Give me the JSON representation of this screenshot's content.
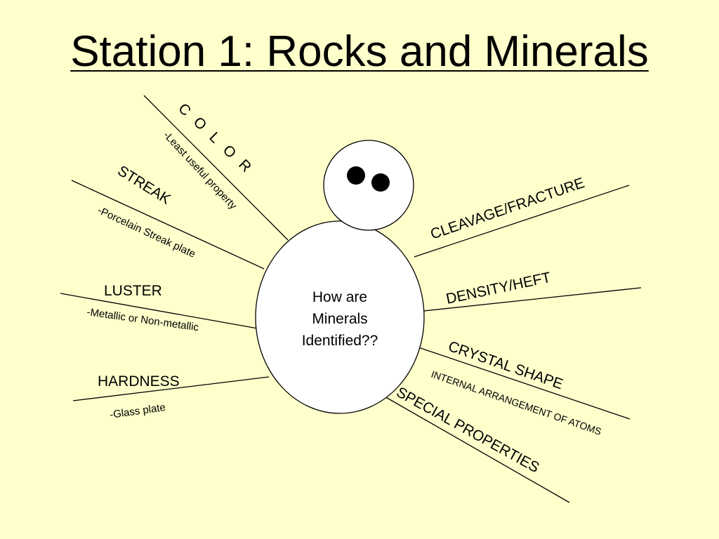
{
  "title": "Station 1: Rocks and Minerals",
  "center": {
    "line1": "How are",
    "line2": "Minerals",
    "line3": "Identified??"
  },
  "properties": {
    "color": {
      "letters": [
        "C",
        "O",
        "L",
        "O",
        "R"
      ],
      "note": "-Least useful property"
    },
    "streak": {
      "label": "STREAK",
      "note": "-Porcelain Streak plate"
    },
    "luster": {
      "label": "LUSTER",
      "note": "-Metallic or Non-metallic"
    },
    "hardness": {
      "label": "HARDNESS",
      "note": "-Glass plate"
    },
    "cleavage": {
      "label": "CLEAVAGE/FRACTURE"
    },
    "density": {
      "label": "DENSITY/HEFT"
    },
    "crystal": {
      "label": "CRYSTAL SHAPE",
      "note": "INTERNAL ARRANGEMENT OF ATOMS"
    },
    "special": {
      "label": "SPECIAL PROPERTIES"
    }
  },
  "colors": {
    "background": "#FFFFCC",
    "ink": "#000000",
    "shape_fill": "#FFFFFF"
  }
}
